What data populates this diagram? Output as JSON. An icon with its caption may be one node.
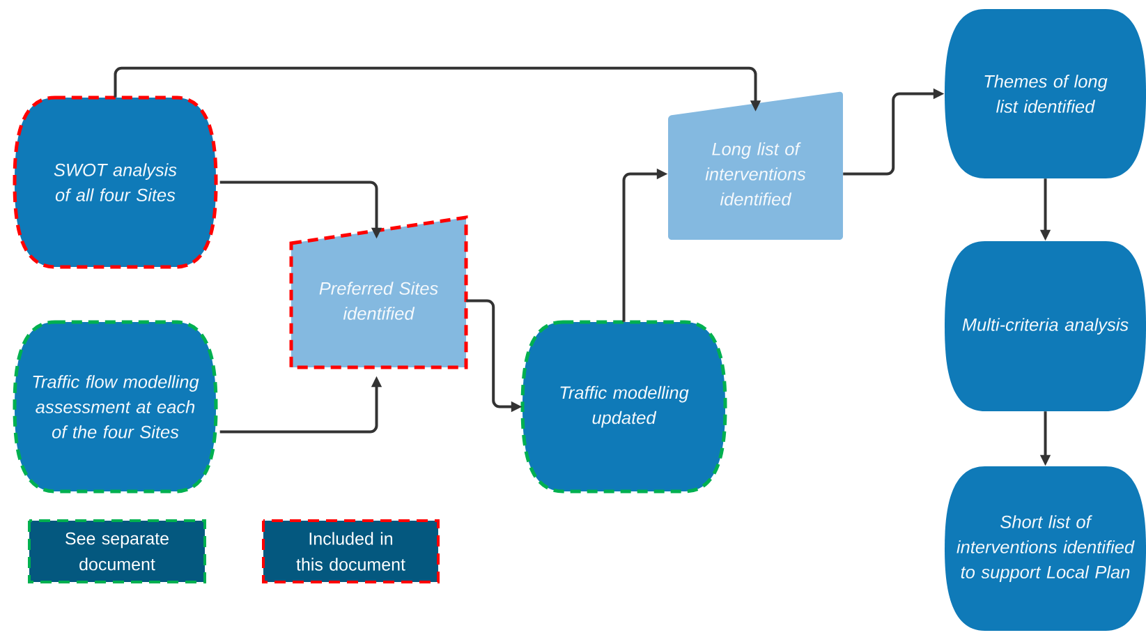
{
  "diagram": {
    "nodes": [
      {
        "text": [
          "SWOT analysis of all four Sites"
        ]
      },
      {
        "text": [
          "Traffic flow modelling assessment at each of the four Sites"
        ]
      },
      {
        "text": [
          "Preferred Sites identified"
        ]
      },
      {
        "text": [
          "Traffic modelling updated"
        ]
      },
      {
        "text": [
          "Long list of interventions identified"
        ]
      },
      {
        "text": [
          "Themes of long list identified"
        ]
      },
      {
        "text": [
          "Multi-criteria analysis"
        ]
      },
      {
        "text": [
          "Short list of interventions identified to support Local Plan"
        ]
      }
    ],
    "edges": [
      {
        "from": 0,
        "to": 4,
        "arrow": "to"
      },
      {
        "from": 0,
        "to": 2,
        "arrow": "to"
      },
      {
        "from": 1,
        "to": 2,
        "arrow": "to"
      },
      {
        "from": 2,
        "to": 3,
        "arrow": "to"
      },
      {
        "from": 3,
        "to": 4,
        "arrow": "to"
      },
      {
        "from": 4,
        "to": 5,
        "arrow": "to"
      },
      {
        "from": 5,
        "to": 6,
        "arrow": "to"
      },
      {
        "from": 6,
        "to": 7,
        "arrow": "to"
      }
    ],
    "legend": [
      {
        "text": "See separate document",
        "color": "#00b050"
      },
      {
        "text": "Included in this document",
        "color": "#ff0000"
      }
    ]
  }
}
